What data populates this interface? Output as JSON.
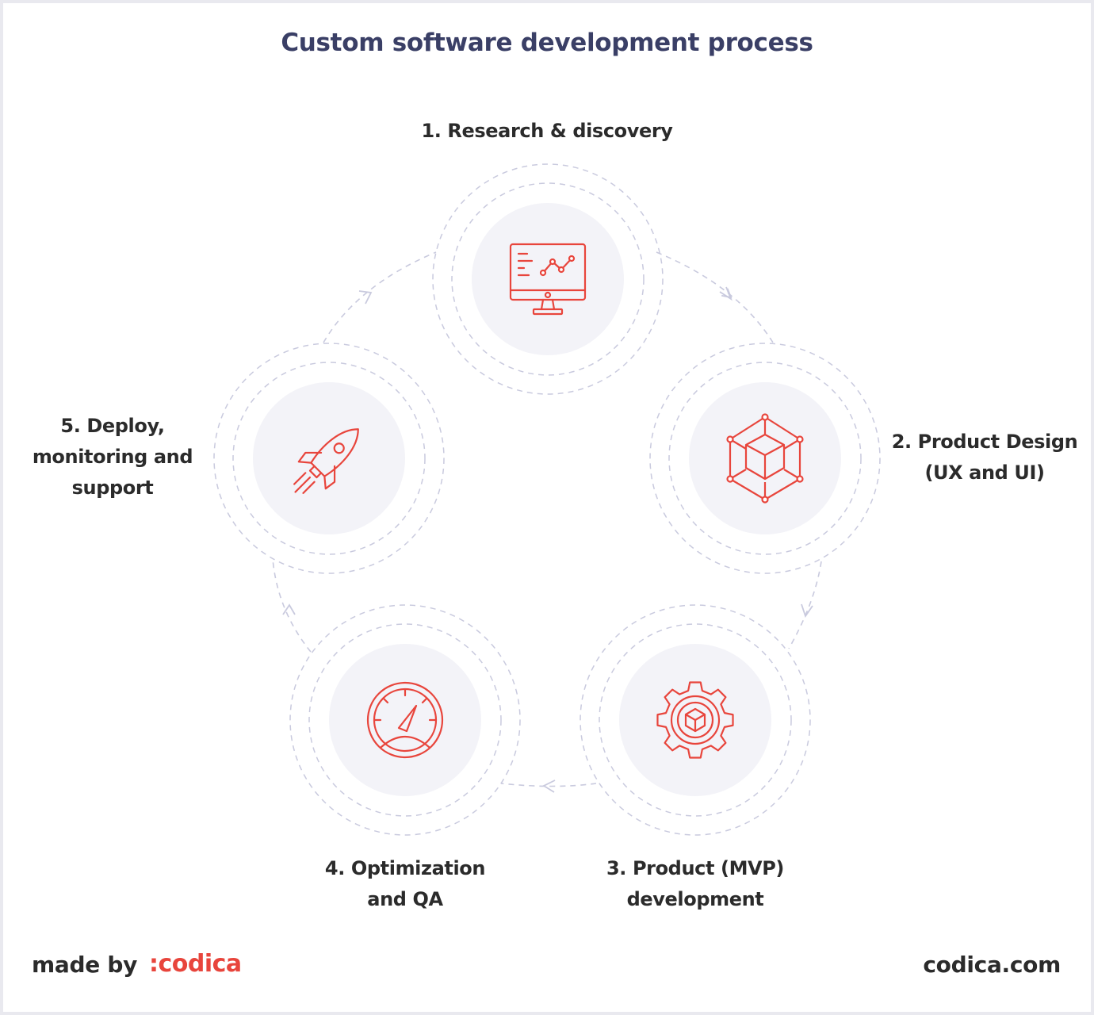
{
  "title": "Custom software development process",
  "steps": [
    {
      "lines": [
        "1. Research & discovery"
      ],
      "icon": "monitor-chart-icon"
    },
    {
      "lines": [
        "2. Product Design",
        "(UX and UI)"
      ],
      "icon": "cube-network-icon"
    },
    {
      "lines": [
        "3. Product (MVP)",
        "development"
      ],
      "icon": "gear-cube-icon"
    },
    {
      "lines": [
        "4. Optimization",
        "and QA"
      ],
      "icon": "speedometer-icon"
    },
    {
      "lines": [
        "5. Deploy,",
        "monitoring and",
        "support"
      ],
      "icon": "rocket-icon"
    }
  ],
  "footer": {
    "made_by": "made by",
    "brand": ":codica",
    "site": "codica.com"
  },
  "colors": {
    "title": "#3a3f66",
    "text": "#2b2b2b",
    "accent": "#e8453c",
    "circle_fill": "#f3f3f8",
    "dash": "#c9cade"
  }
}
